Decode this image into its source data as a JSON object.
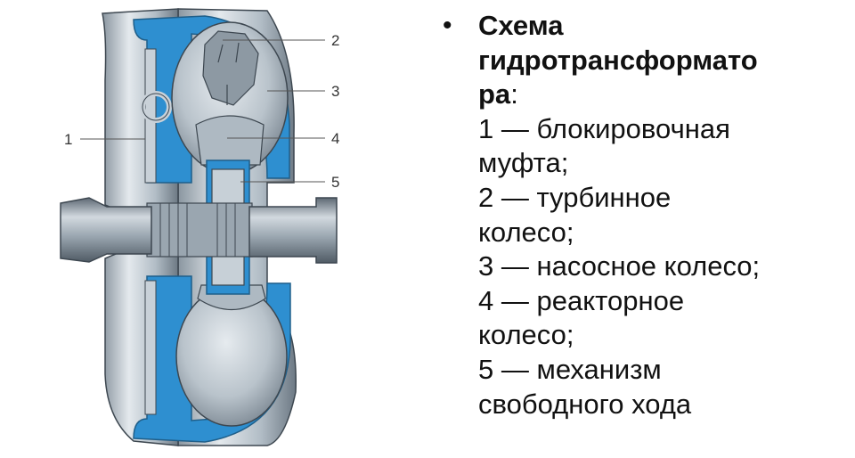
{
  "figure": {
    "title_lines": [
      "Схема",
      "гидротрансформато",
      "ра"
    ],
    "title_suffix": ":",
    "legend": [
      {
        "num": "1",
        "dash": "—",
        "lines": [
          "блокировочная",
          "муфта;"
        ]
      },
      {
        "num": "2",
        "dash": "—",
        "lines": [
          "турбинное",
          "колесо;"
        ]
      },
      {
        "num": "3",
        "dash": "—",
        "lines": [
          "насосное колесо;"
        ]
      },
      {
        "num": "4",
        "dash": "—",
        "lines": [
          "реакторное",
          "колесо;"
        ]
      },
      {
        "num": "5",
        "dash": "—",
        "lines": [
          "механизм",
          "свободного хода"
        ]
      }
    ]
  },
  "callouts": [
    "1",
    "2",
    "3",
    "4",
    "5"
  ],
  "colors": {
    "housing_blue": "#2e8fd0",
    "housing_dark": "#1f5f8a",
    "steel_light": "#d6dde3",
    "steel_mid": "#a7b3bd",
    "steel_dark": "#4d5964",
    "shaft": "#7f8b95",
    "leader_line": "#555555",
    "text": "#111111"
  }
}
